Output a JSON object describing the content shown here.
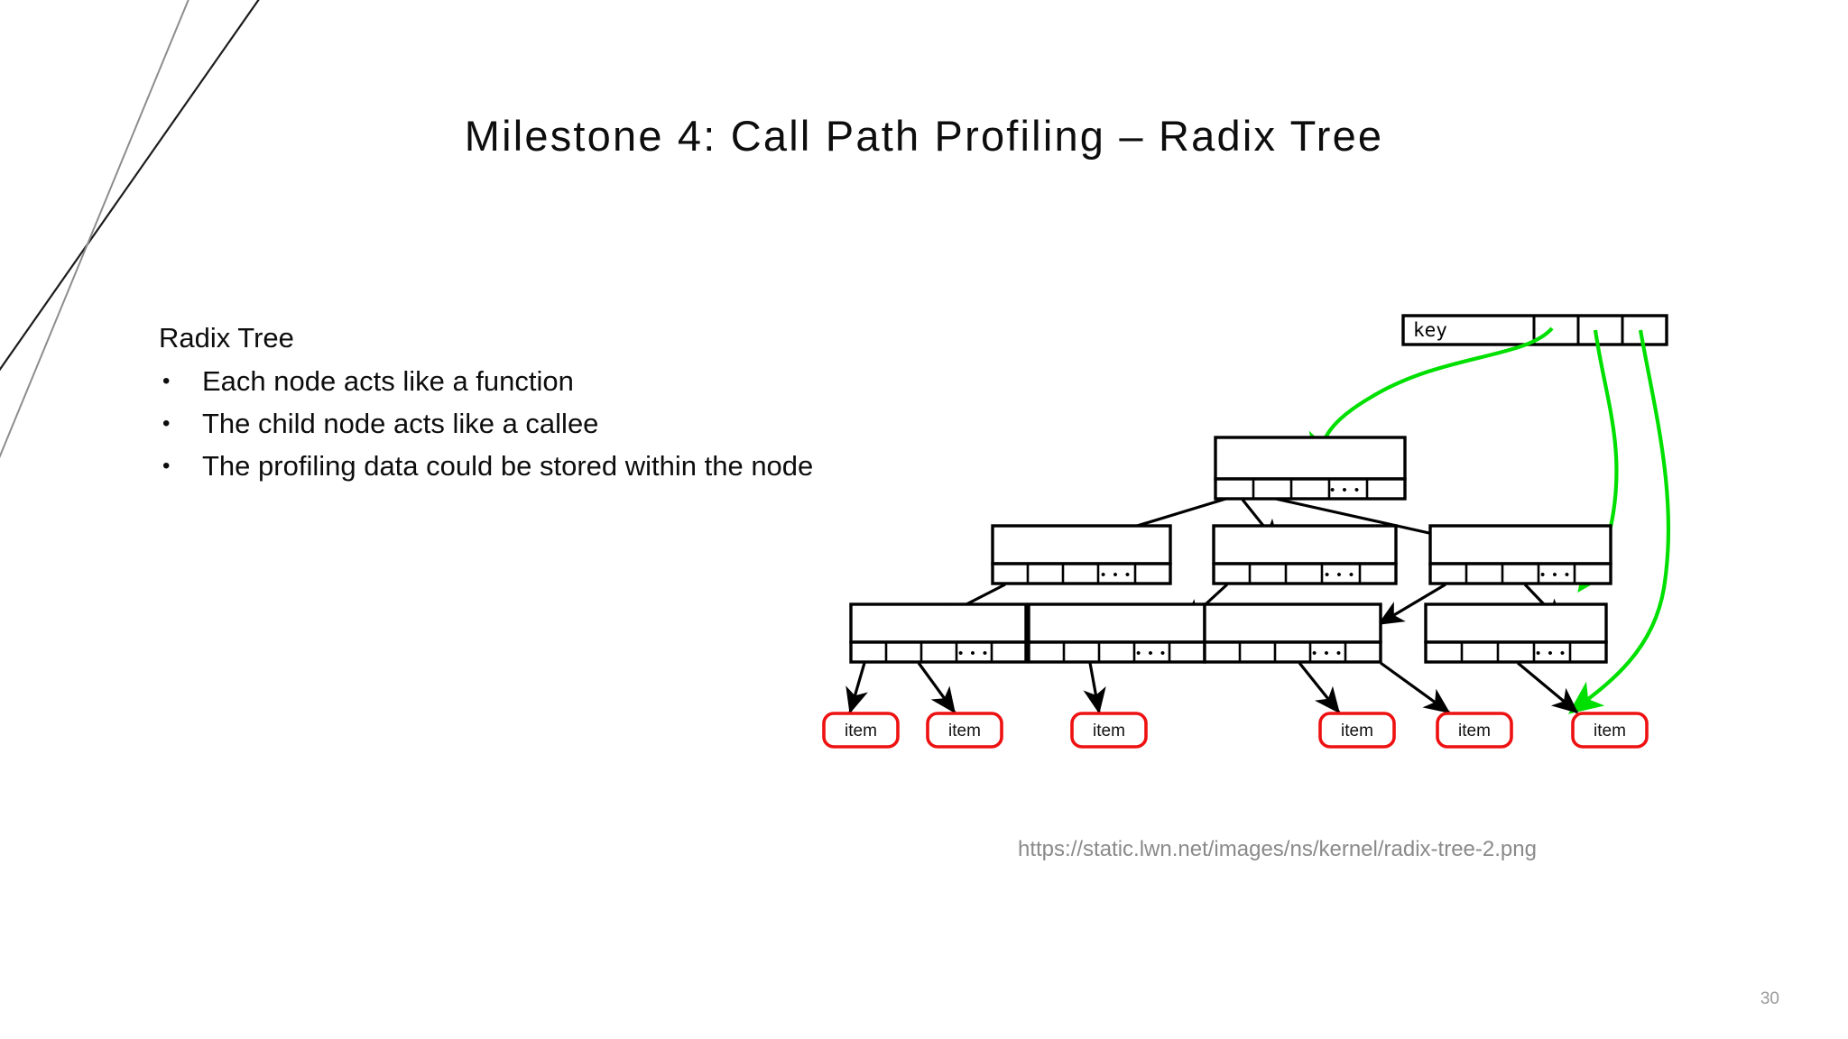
{
  "slide": {
    "title": "Milestone 4: Call Path Profiling – Radix Tree",
    "page_number": "30",
    "background_color": "#ffffff"
  },
  "content": {
    "lead": "Radix Tree",
    "bullet_char": "•",
    "bullets": [
      "Each node acts like a function",
      "The child node acts like a callee",
      "The profiling data could be stored within the node"
    ]
  },
  "diagram": {
    "caption": "https://static.lwn.net/images/ns/kernel/radix-tree-2.png",
    "key_label": "key",
    "ellipsis": "• • •",
    "item_label": "item",
    "colors": {
      "node_stroke": "#000000",
      "arrow": "#000000",
      "highlight": "#00e000",
      "item_border": "#ee1111",
      "item_text": "#000000"
    },
    "key_node": {
      "label": "key",
      "extra_cells": 3
    },
    "levels": [
      {
        "name": "root",
        "node_count": 1,
        "cells": 5
      },
      {
        "name": "level-2",
        "node_count": 3,
        "cells": 5
      },
      {
        "name": "level-3",
        "node_count": 4,
        "cells": 5
      }
    ],
    "items": [
      "item",
      "item",
      "item",
      "item",
      "item",
      "item"
    ],
    "highlight_targets": [
      "root-node",
      "level-2-node-3",
      "level-3-node-4"
    ]
  }
}
